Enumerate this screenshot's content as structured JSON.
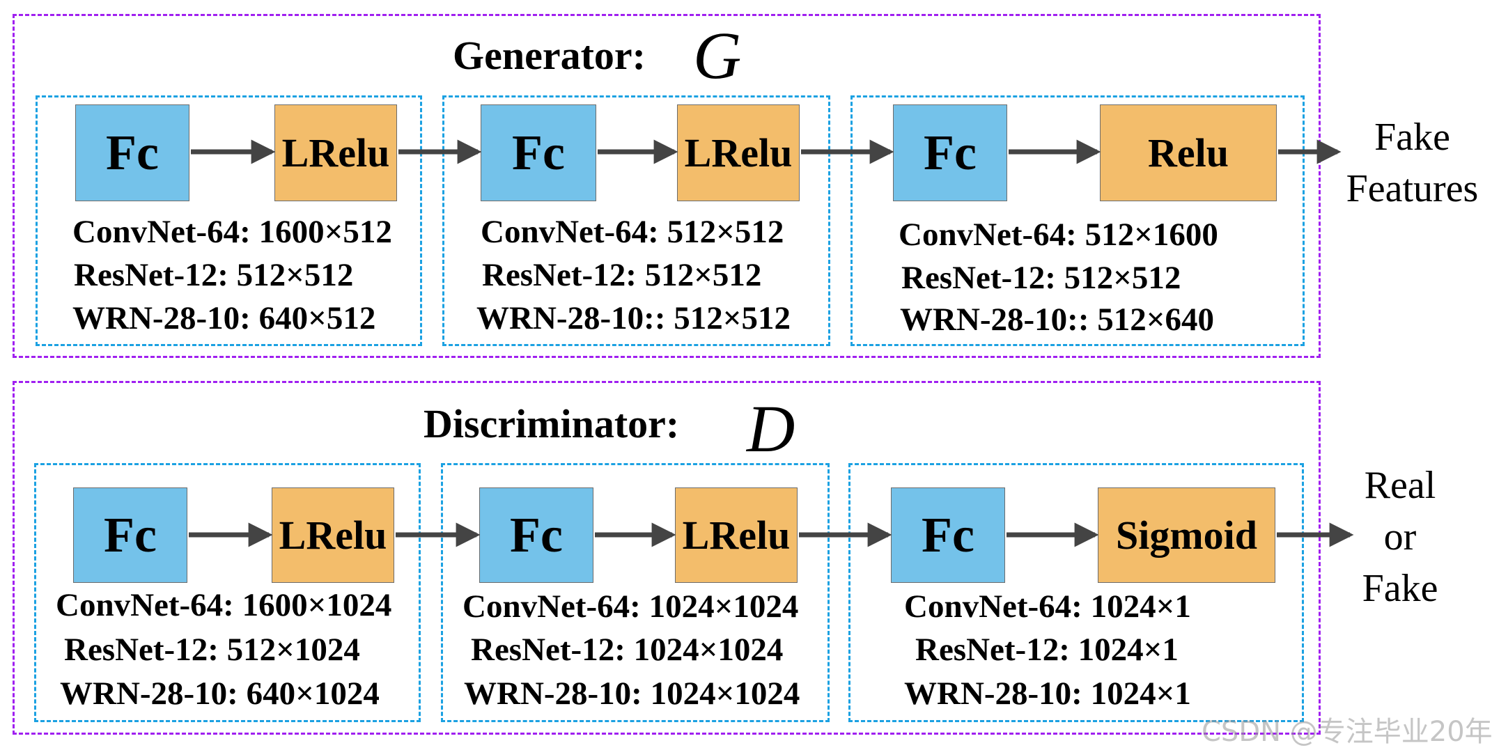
{
  "generator": {
    "title": "Generator:",
    "symbol": "G",
    "blocks": [
      {
        "fc": "Fc",
        "act": "LRelu",
        "dims": [
          "ConvNet-64: 1600×512",
          "ResNet-12: 512×512",
          "WRN-28-10: 640×512"
        ]
      },
      {
        "fc": "Fc",
        "act": "LRelu",
        "dims": [
          "ConvNet-64: 512×512",
          "ResNet-12: 512×512",
          "WRN-28-10:: 512×512"
        ]
      },
      {
        "fc": "Fc",
        "act": "Relu",
        "dims": [
          "ConvNet-64: 512×1600",
          "ResNet-12: 512×512",
          "WRN-28-10:: 512×640"
        ]
      }
    ],
    "output": [
      "Fake",
      "Features"
    ]
  },
  "discriminator": {
    "title": "Discriminator:",
    "symbol": "D",
    "blocks": [
      {
        "fc": "Fc",
        "act": "LRelu",
        "dims": [
          "ConvNet-64: 1600×1024",
          "ResNet-12: 512×1024",
          "WRN-28-10: 640×1024"
        ]
      },
      {
        "fc": "Fc",
        "act": "LRelu",
        "dims": [
          "ConvNet-64: 1024×1024",
          "ResNet-12: 1024×1024",
          "WRN-28-10: 1024×1024"
        ]
      },
      {
        "fc": "Fc",
        "act": "Sigmoid",
        "dims": [
          "ConvNet-64: 1024×1",
          "ResNet-12: 1024×1",
          "WRN-28-10: 1024×1"
        ]
      }
    ],
    "output": [
      "Real",
      "or",
      "Fake"
    ]
  },
  "watermark": "CSDN @专注毕业20年",
  "colors": {
    "outer_border": "#a020f0",
    "inner_border": "#1ba1e2",
    "fc_fill": "#74c2ea",
    "act_fill": "#f3bd6b",
    "arrow": "#444444"
  }
}
